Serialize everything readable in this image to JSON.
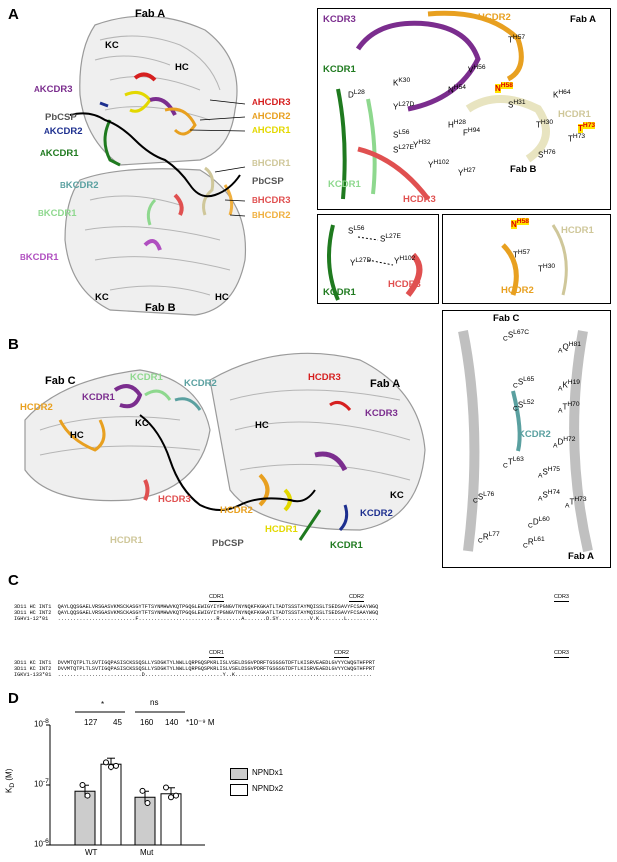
{
  "panels": {
    "a": "A",
    "b": "B",
    "c": "C",
    "d": "D"
  },
  "colors": {
    "kcdr3": "#7b2d8e",
    "kcdr2": "#1d2f8f",
    "kcdr1": "#1f7a1f",
    "hcdr3": "#d61f1f",
    "hcdr2": "#e8a020",
    "hcdr1": "#e3d800",
    "b_hcdr1": "#cfc79a",
    "b_kcdr2": "#5aa0a0",
    "b_kcdr1": "#8ed88e",
    "b_hcdr3": "#e05050",
    "b_hcdr2": "#f0b040",
    "b_kcdr1_purple": "#b04fc0",
    "pbcsp": "#000000",
    "highlight": "#ffe600",
    "seq_green": "#22dd33"
  },
  "panelA": {
    "main": {
      "fab_a": "Fab A",
      "fab_b": "Fab B",
      "kc_top": "KC",
      "hc_top": "HC",
      "kc_bottom": "KC",
      "hc_bottom": "HC",
      "a_kcdr3": "KCDR3",
      "a_kcdr2": "KCDR2",
      "a_kcdr1": "KCDR1",
      "pbcsp_left": "PbCSP",
      "pbcsp_right": "PbCSP",
      "a_hcdr3": "HCDR3",
      "a_hcdr2": "HCDR2",
      "a_hcdr1": "HCDR1",
      "b_hcdr1": "HCDR1",
      "b_kcdr2": "KCDR2",
      "b_hcdr3": "HCDR3",
      "b_hcdr2": "HCDR2",
      "b_kcdr1_green": "KCDR1",
      "b_kcdr1_purple": "KCDR1",
      "sub_a": "A",
      "sub_b": "B"
    },
    "inset_top": {
      "fab_a": "Fab A",
      "fab_b": "Fab B",
      "kcdr3": "KCDR3",
      "hcdr2": "HCDR2",
      "kcdr1": "KCDR1",
      "hcdr1": "HCDR1",
      "b_kcdr1": "KCDR1",
      "b_hcdr3": "HCDR3",
      "residues": [
        "T",
        "V",
        "K",
        "N",
        "D",
        "Y",
        "S",
        "H",
        "Y",
        "S",
        "K",
        "T",
        "T",
        "S",
        "Y",
        "Y"
      ],
      "res_sup": [
        "H57",
        "H56",
        "K30",
        "H54",
        "L28",
        "L27D",
        "L56",
        "H28",
        "H32",
        "L27E",
        "H64",
        "H30",
        "H73",
        "H76",
        "H102",
        "H27"
      ],
      "n_h58": "N",
      "n_h58_sup": "H58",
      "t_h73": "T",
      "t_h73_sup": "H73",
      "s_h31": "S",
      "s_h31_sup": "H31",
      "f_h94": "F",
      "f_h94_sup": "H94"
    },
    "inset_bl": {
      "s_l56": "S",
      "s_l56_sup": "L56",
      "s_l27e": "S",
      "s_l27e_sup": "L27E",
      "y_l27d": "Y",
      "y_l27d_sup": "L27D",
      "y_h102": "Y",
      "y_h102_sup": "H102",
      "kcdr1": "KCDR1",
      "hcdr3": "HCDR3"
    },
    "inset_br": {
      "n_h58": "N",
      "n_h58_sup": "H58",
      "t_h57": "T",
      "t_h57_sup": "H57",
      "t_h30": "T",
      "t_h30_sup": "H30",
      "hcdr1": "HCDR1",
      "hcdr2": "HCDR2"
    }
  },
  "panelB": {
    "main": {
      "fab_c": "Fab C",
      "fab_a": "Fab A",
      "kc_left": "KC",
      "hc_left": "HC",
      "hc_mid": "HC",
      "kc_right": "KC",
      "c_kcdr1": "KCDR1",
      "c_kcdr2": "KCDR2",
      "c_hcdr2": "HCDR2",
      "c_kcdr1_p": "KCDR1",
      "a_hcdr3": "HCDR3",
      "a_kcdr3": "KCDR3",
      "c_hcdr3": "HCDR3",
      "a_hcdr2": "HCDR2",
      "a_kcdr2": "KCDR2",
      "c_hcdr1": "HCDR1",
      "pbcsp": "PbCSP",
      "a_hcdr1": "HCDR1",
      "a_kcdr1": "KCDR1"
    },
    "inset": {
      "fab_c": "Fab C",
      "fab_a": "Fab A",
      "kcdr2": "KCDR2",
      "residues": [
        {
          "r": "S",
          "s": "L67C",
          "p": "C"
        },
        {
          "r": "Q",
          "s": "H81",
          "p": "A"
        },
        {
          "r": "S",
          "s": "L65",
          "p": "C"
        },
        {
          "r": "K",
          "s": "H19",
          "p": "A"
        },
        {
          "r": "S",
          "s": "L52",
          "p": "C"
        },
        {
          "r": "T",
          "s": "H70",
          "p": "A"
        },
        {
          "r": "T",
          "s": "L63",
          "p": "C"
        },
        {
          "r": "D",
          "s": "H72",
          "p": "A"
        },
        {
          "r": "S",
          "s": "L76",
          "p": "C"
        },
        {
          "r": "S",
          "s": "H75",
          "p": "A"
        },
        {
          "r": "S",
          "s": "H74",
          "p": "A"
        },
        {
          "r": "T",
          "s": "H73",
          "p": "A"
        },
        {
          "r": "D",
          "s": "L60",
          "p": "C"
        },
        {
          "r": "R",
          "s": "L77",
          "p": "C"
        },
        {
          "r": "R",
          "s": "L61",
          "p": "C"
        }
      ]
    }
  },
  "panelC": {
    "hc": {
      "cdr1": "CDR1",
      "cdr2": "CDR2",
      "cdr3": "CDR3",
      "rows": [
        {
          "name": "3D11 HC INT1",
          "seq": "QAYLQQSGAELVRSGASVKMSCKASGYTFTSYNMHWVKQTPGQGLEWIGYIYPGNGVTNYNQKFKGKATLTADTSSSTAYMQISSLTSEDSAVYFCSAAYWGQ"
        },
        {
          "name": "3D11 HC INT2",
          "seq": "QAYLQQSGAELVRSGASVKMSCKASGYTFTSYNMHWVKQTPGQGLEWIGYIYPGNGVTNYNQKFKGKATLTADTSSSTAYMQISSLTSEDSAVYFCSAAYWGQ"
        },
        {
          "name": "IGHV1-12*01",
          "seq": ".........................F.........................R.......A.......D.SY..........V.K........L.........."
        }
      ]
    },
    "kc": {
      "cdr1": "CDR1",
      "cdr2": "CDR2",
      "cdr3": "CDR3",
      "rows": [
        {
          "name": "3D11 KC INT1",
          "seq": "DVVMTQTPLTLSVTIGQPASISCKSSQSLLYSDGKTYLNWLLQRPGQSPKRLISLVSELDSGVPDRFTGSGSGTDFTLKISRVEAEDLGVYYCWQGTHFPRT"
        },
        {
          "name": "3D11 KC INT2",
          "seq": "DVVMTQTPLTLSVTIGQPASISCKSSQSLLYSDGKTYLNWLLQRPGQSPKRLISLVSELDSGVPDRFTGSGSGTDFTLKISRVEAEDLGVYYCWQGTHFPRT"
        },
        {
          "name": "IGKV1-133*01",
          "seq": "...........................D.........................Y..K............................................"
        }
      ]
    }
  },
  "panelD": {
    "kd_values": {
      "wt_x1": "127",
      "wt_x2": "45",
      "mut_x1": "160",
      "mut_x2": "140",
      "unit": "*10⁻⁹ M"
    },
    "sig_wt": "*",
    "sig_mut": "ns",
    "ytick_top": "10",
    "ytick_top_exp": "-8",
    "ytick_mid": "10",
    "ytick_mid_exp": "-7",
    "ytick_bot": "10",
    "ytick_bot_exp": "-6",
    "ylabel": "K",
    "ylabel_sub": "D",
    "ylabel_unit": " (M)",
    "xtick_wt": "WT",
    "xtick_mut": "Mut",
    "legend": [
      "NPNDx1",
      "NPNDx2"
    ]
  },
  "chart_data": {
    "type": "bar",
    "title": "",
    "categories": [
      "WT",
      "Mut"
    ],
    "ylabel": "KD (M)",
    "xlabel": "",
    "yscale": "log-inverted",
    "ylim": [
      1e-06,
      1e-08
    ],
    "legend_placement": "right",
    "series": [
      {
        "name": "NPNDx1",
        "values": [
          1.27e-07,
          1.6e-07
        ],
        "points": [
          [
            1e-07,
            1.5e-07
          ],
          [
            1.25e-07,
            2e-07
          ]
        ]
      },
      {
        "name": "NPNDx2",
        "values": [
          4.5e-08,
          1.4e-07
        ],
        "points": [
          [
            4.2e-08,
            5e-08,
            4.8e-08
          ],
          [
            1.1e-07,
            1.6e-07,
            1.5e-07
          ]
        ]
      }
    ],
    "annotations": [
      "*",
      "ns",
      "127",
      "45",
      "160",
      "140",
      "*10⁻⁹ M"
    ]
  }
}
